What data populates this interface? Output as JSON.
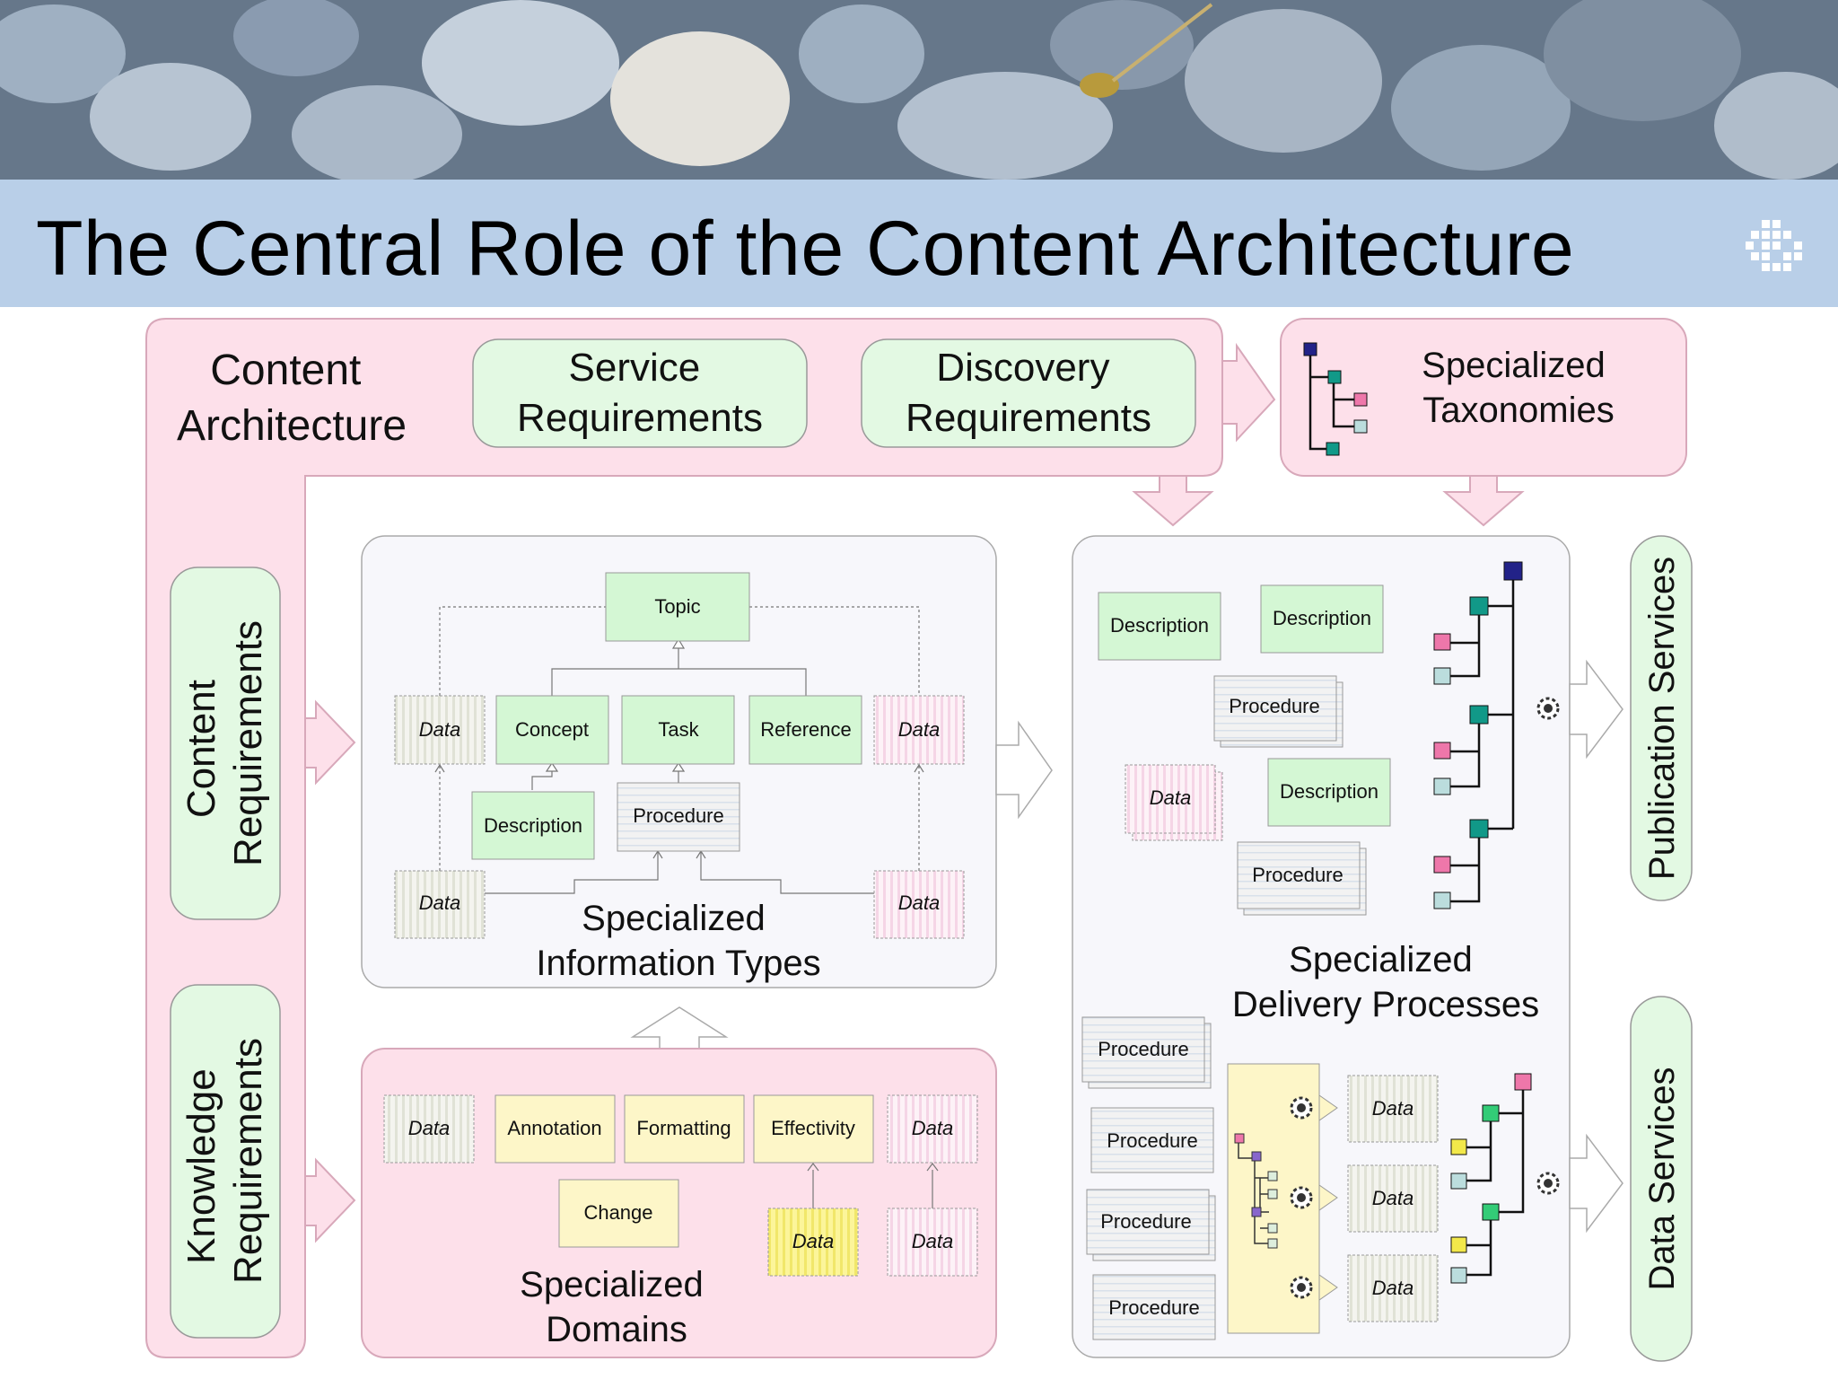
{
  "title": "The Central Role of the Content Architecture",
  "logo_icon": "dot-grid-logo-icon",
  "content_architecture": [
    "Content",
    "Architecture"
  ],
  "service_requirements": [
    "Service",
    "Requirements"
  ],
  "discovery_requirements": [
    "Discovery",
    "Requirements"
  ],
  "specialized_taxonomies": [
    "Specialized",
    "Taxonomies"
  ],
  "content_requirements": [
    "Content",
    "Requirements"
  ],
  "knowledge_requirements": [
    "Knowledge",
    "Requirements"
  ],
  "publication_services": "Publication Services",
  "data_services": "Data Services",
  "information_types": {
    "caption": [
      "Specialized",
      "Information Types"
    ],
    "topic": "Topic",
    "concept": "Concept",
    "task": "Task",
    "reference": "Reference",
    "description": "Description",
    "procedure": "Procedure",
    "data": "Data"
  },
  "domains": {
    "caption": [
      "Specialized",
      "Domains"
    ],
    "annotation": "Annotation",
    "formatting": "Formatting",
    "effectivity": "Effectivity",
    "change": "Change",
    "data": "Data"
  },
  "delivery": {
    "caption": [
      "Specialized",
      "Delivery Processes"
    ],
    "description": "Description",
    "procedure": "Procedure",
    "data": "Data"
  },
  "colors": {
    "pink_band": "#fde0ea",
    "green_box": "#e3f9e3",
    "yellow_box": "#fdf6c8",
    "title_bar": "#b9cfe8",
    "panel": "#f7f7fb"
  }
}
